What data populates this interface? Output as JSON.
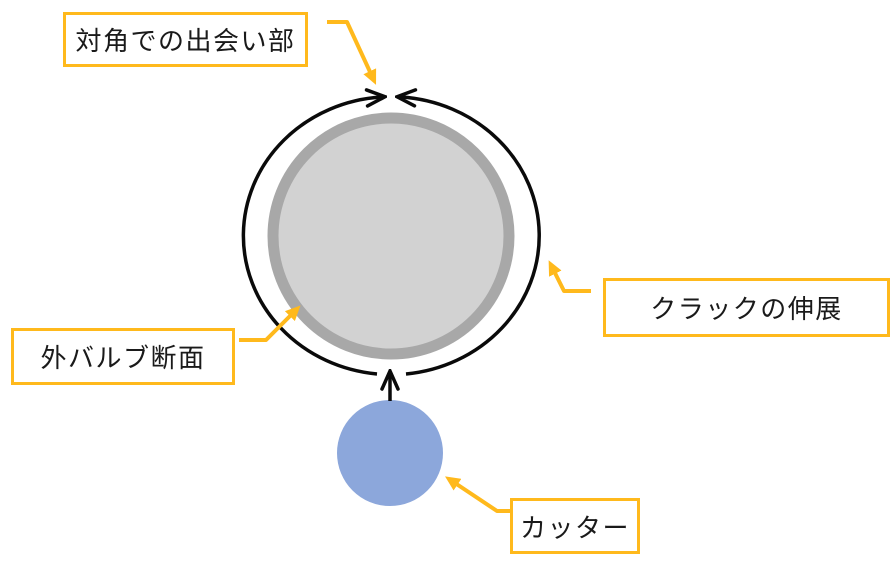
{
  "labels": {
    "meeting_point": "対角での出会い部",
    "crack_propagation": "クラックの伸展",
    "outer_valve_section": "外バルブ断面",
    "cutter": "カッター"
  },
  "colors": {
    "accent": "#FFB91C",
    "line": "#0a0a0a",
    "valve_fill": "#D2D2D2",
    "valve_ring": "#A8A8A8",
    "cutter_fill": "#8CA7DB",
    "background": "#FFFFFF",
    "text": "#1A1A1A"
  }
}
